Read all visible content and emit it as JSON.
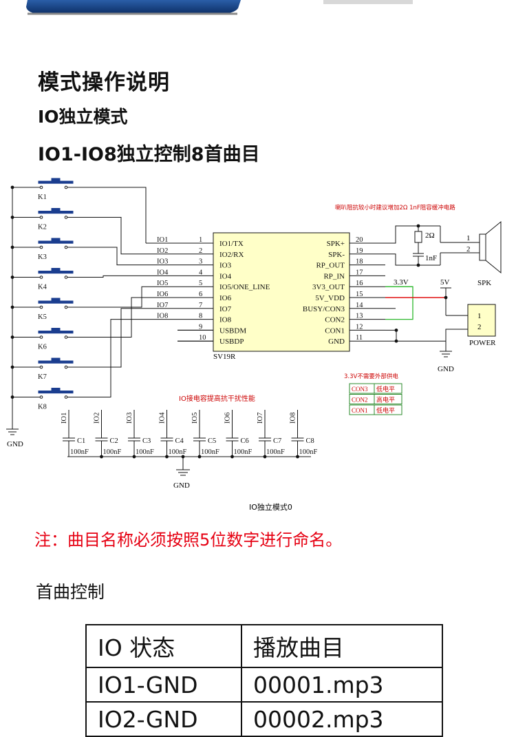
{
  "headings": {
    "title": "模式操作说明",
    "mode": "IO独立模式",
    "subtitle": "IO1-IO8独立控制8首曲目"
  },
  "schematic": {
    "chip_name": "SV19R",
    "chip_left_pins": [
      {
        "num": "1",
        "name": "IO1/TX",
        "net": "IO1"
      },
      {
        "num": "2",
        "name": "IO2/RX",
        "net": "IO2"
      },
      {
        "num": "3",
        "name": "IO3",
        "net": "IO3"
      },
      {
        "num": "4",
        "name": "IO4",
        "net": "IO4"
      },
      {
        "num": "5",
        "name": "IO5/ONE_LINE",
        "net": "IO5"
      },
      {
        "num": "6",
        "name": "IO6",
        "net": "IO6"
      },
      {
        "num": "7",
        "name": "IO7",
        "net": "IO7"
      },
      {
        "num": "8",
        "name": "IO8",
        "net": "IO8"
      },
      {
        "num": "9",
        "name": "USBDM",
        "net": ""
      },
      {
        "num": "10",
        "name": "USBDP",
        "net": ""
      }
    ],
    "chip_right_pins": [
      {
        "num": "20",
        "name": "SPK+"
      },
      {
        "num": "19",
        "name": "SPK-"
      },
      {
        "num": "18",
        "name": "RP_OUT"
      },
      {
        "num": "17",
        "name": "RP_IN"
      },
      {
        "num": "16",
        "name": "3V3_OUT"
      },
      {
        "num": "15",
        "name": "5V_VDD"
      },
      {
        "num": "14",
        "name": "BUSY/CON3"
      },
      {
        "num": "13",
        "name": "CON2"
      },
      {
        "num": "12",
        "name": "CON1"
      },
      {
        "num": "11",
        "name": "GND"
      }
    ],
    "keys": [
      "K1",
      "K2",
      "K3",
      "K4",
      "K5",
      "K6",
      "K7",
      "K8"
    ],
    "gnd_label": "GND",
    "speaker_note": "喇叭阻抗较小时建议增加2Ω 1nF阻容缓冲电路",
    "resistor_label": "2Ω",
    "cap_label_snubber": "1nF",
    "spk_pins": [
      "1",
      "2"
    ],
    "spk_label": "SPK",
    "v33_label": "3.3V",
    "v5_label": "5V",
    "power_pins": [
      "1",
      "2"
    ],
    "power_label": "POWER",
    "power_gnd": "GND",
    "config_note": "3.3V不需要外部供电",
    "config_table": [
      {
        "pin": "CON3",
        "level": "低电平"
      },
      {
        "pin": "CON2",
        "level": "高电平"
      },
      {
        "pin": "CON1",
        "level": "低电平"
      }
    ],
    "cap_section_title": "IO接电容提高抗干扰性能",
    "caps": [
      {
        "io": "IO1",
        "ref": "C1",
        "val": "100nF"
      },
      {
        "io": "IO2",
        "ref": "C2",
        "val": "100nF"
      },
      {
        "io": "IO3",
        "ref": "C3",
        "val": "100nF"
      },
      {
        "io": "IO4",
        "ref": "C4",
        "val": "100nF"
      },
      {
        "io": "IO5",
        "ref": "C5",
        "val": "100nF"
      },
      {
        "io": "IO6",
        "ref": "C6",
        "val": "100nF"
      },
      {
        "io": "IO7",
        "ref": "C7",
        "val": "100nF"
      },
      {
        "io": "IO8",
        "ref": "C8",
        "val": "100nF"
      }
    ],
    "cap_gnd": "GND",
    "caption": "IO独立模式0"
  },
  "note": "注：曲目名称必须按照5位数字进行命名。",
  "table_title": "首曲控制",
  "table": {
    "headers": [
      "IO 状态",
      "播放曲目"
    ],
    "rows": [
      [
        "IO1-GND",
        "00001.mp3"
      ],
      [
        "IO2-GND",
        "00002.mp3"
      ]
    ]
  },
  "colors": {
    "green_wire": "#2db82d",
    "red_wire": "#e01010",
    "chip_fill": "#ffffc8",
    "note_red": "#e60012",
    "key_blue": "#1a3d8f"
  }
}
